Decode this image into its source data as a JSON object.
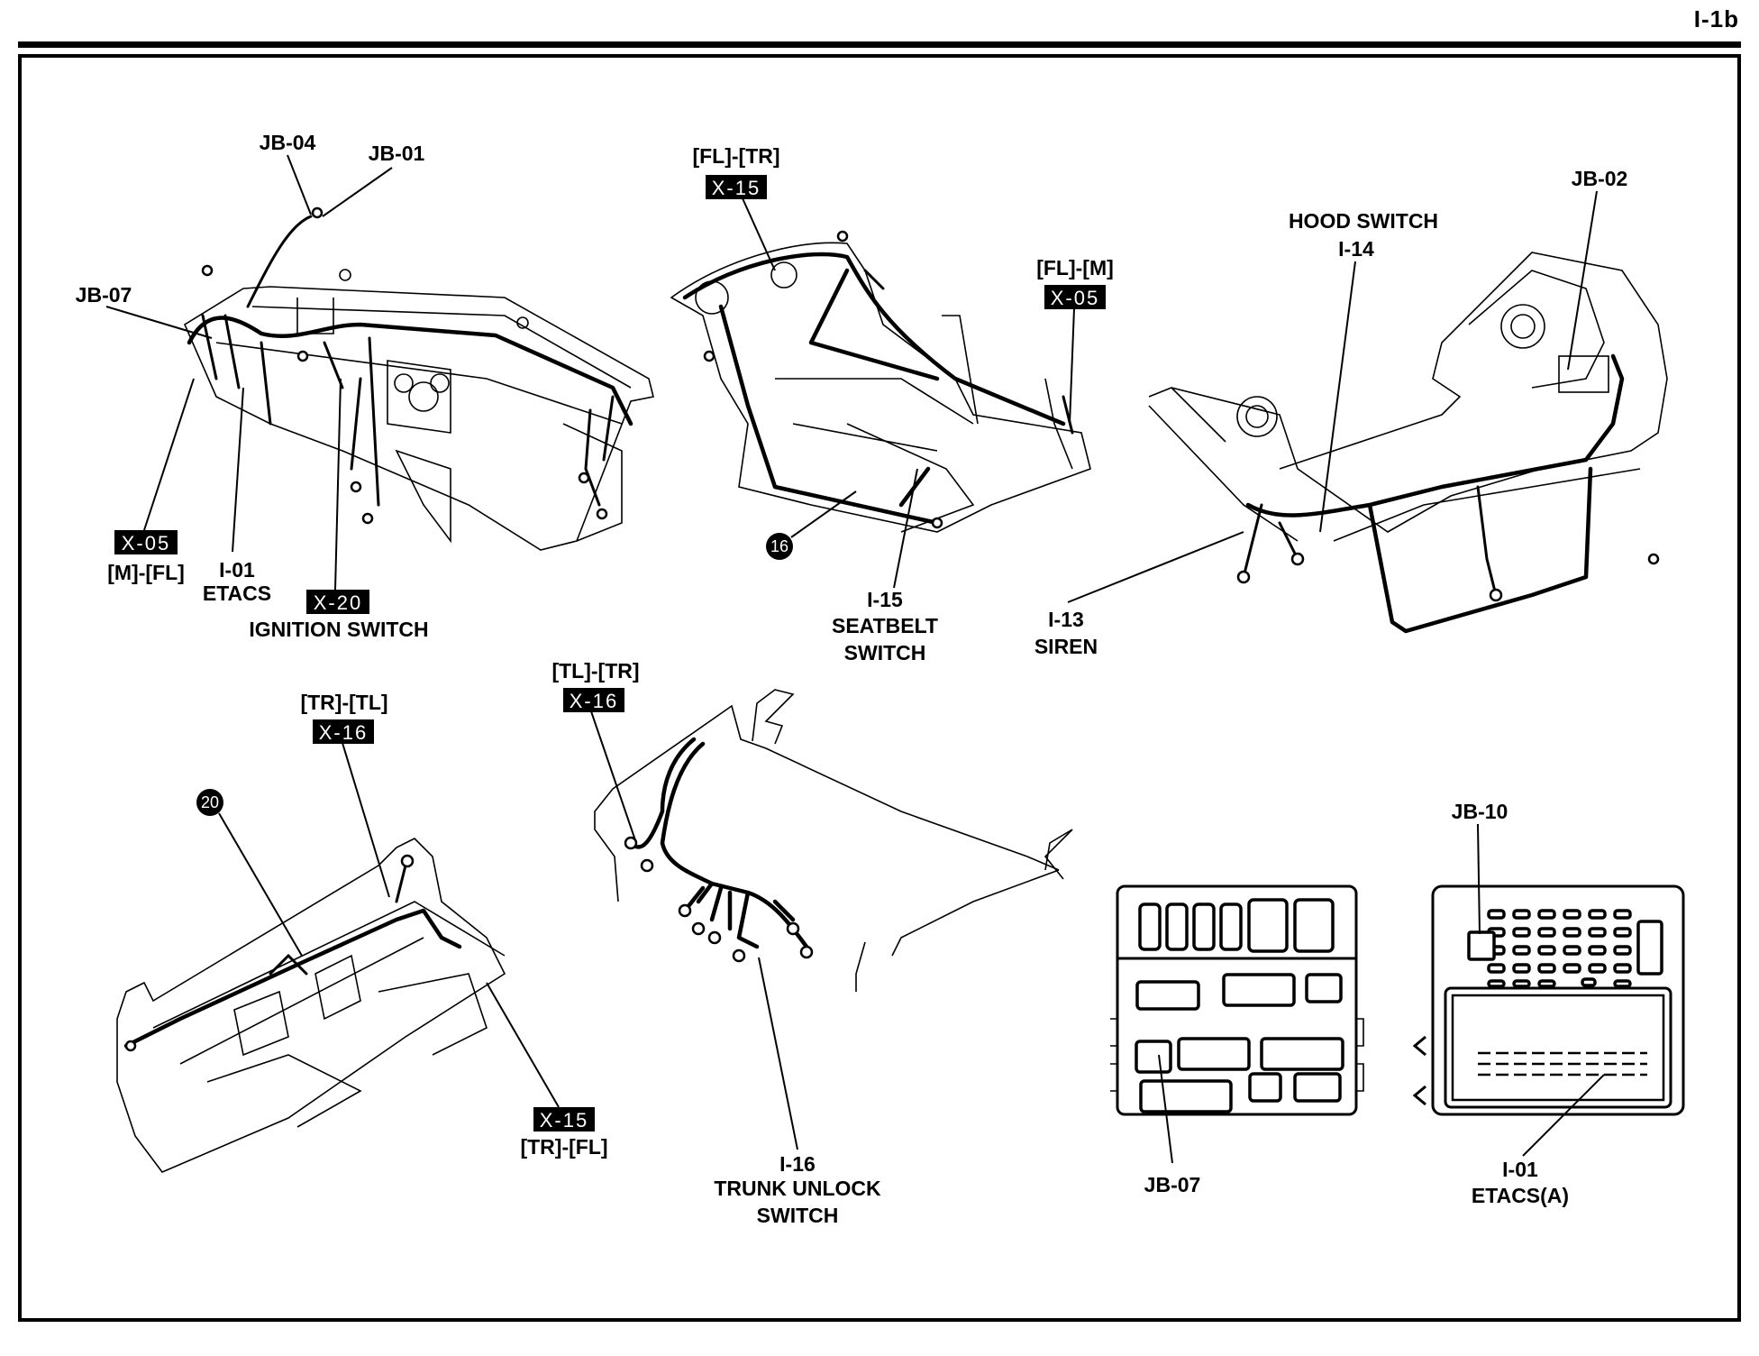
{
  "page": {
    "page_id": "I-1b"
  },
  "views": {
    "instrument_panel": {
      "labels": {
        "jb04": "JB-04",
        "jb01": "JB-01",
        "jb07": "JB-07",
        "x05_badge": "X-05",
        "x05_route": "[M]-[FL]",
        "i01_code": "I-01",
        "i01_name": "ETACS",
        "x20_badge": "X-20",
        "x20_name": "IGNITION SWITCH"
      }
    },
    "floor": {
      "labels": {
        "x15_route": "[FL]-[TR]",
        "x15_badge": "X-15",
        "x05_route": "[FL]-[M]",
        "x05_badge": "X-05",
        "ground_point": "16",
        "i15_code": "I-15",
        "i15_name_line1": "SEATBELT",
        "i15_name_line2": "SWITCH"
      }
    },
    "engine_room": {
      "labels": {
        "i14_name": "HOOD SWITCH",
        "i14_code": "I-14",
        "jb02": "JB-02",
        "i13_code": "I-13",
        "i13_name": "SIREN"
      }
    },
    "trunk_floor": {
      "labels": {
        "x16_route": "[TR]-[TL]",
        "x16_badge": "X-16",
        "ground_point": "20",
        "x15_badge": "X-15",
        "x15_route": "[TR]-[FL]"
      }
    },
    "trunk_lid": {
      "labels": {
        "x16_route": "[TL]-[TR]",
        "x16_badge": "X-16",
        "i16_code": "I-16",
        "i16_name_line1": "TRUNK UNLOCK",
        "i16_name_line2": "SWITCH"
      }
    },
    "junction_box_front": {
      "labels": {
        "jb07": "JB-07"
      }
    },
    "junction_box_rear": {
      "labels": {
        "jb10": "JB-10",
        "i01_code": "I-01",
        "i01_name": "ETACS(A)"
      }
    }
  }
}
